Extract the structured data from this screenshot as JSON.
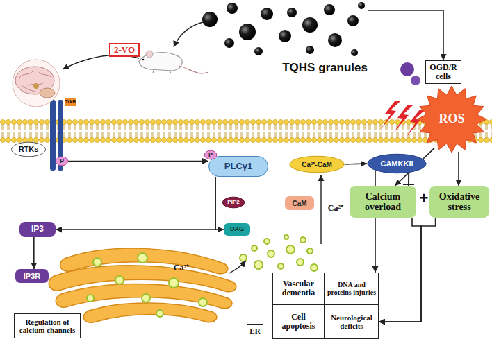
{
  "diagram": {
    "nodes": [
      {
        "text": [
          "TQHS granules"
        ]
      },
      {
        "text": [
          "2-VO"
        ]
      },
      {
        "text": [
          "OGD/R cells"
        ]
      },
      {
        "text": [
          "TrkB"
        ]
      },
      {
        "text": [
          "P"
        ]
      },
      {
        "text": [
          "RTKs"
        ]
      },
      {
        "text": [
          "ROS"
        ]
      },
      {
        "text": [
          "P"
        ]
      },
      {
        "text": [
          "PLCγ1"
        ]
      },
      {
        "text": [
          "Ca²⁺-CaM"
        ]
      },
      {
        "text": [
          "CAMKKII"
        ]
      },
      {
        "text": [
          "Calcium overload"
        ]
      },
      {
        "text": [
          "Oxidative stress"
        ]
      },
      {
        "text": [
          "PIP2"
        ]
      },
      {
        "text": [
          "CaM"
        ]
      },
      {
        "text": [
          "IP3"
        ]
      },
      {
        "text": [
          "DAG"
        ]
      },
      {
        "text": [
          "IP3R"
        ]
      },
      {
        "text": [
          "Vascular dementia"
        ]
      },
      {
        "text": [
          "DNA and proteins injuries"
        ]
      },
      {
        "text": [
          "Cell apoptosis"
        ]
      },
      {
        "text": [
          "Neurological deficits"
        ]
      },
      {
        "text": [
          "Regulation of calcium channels"
        ]
      },
      {
        "text": [
          "ER"
        ]
      }
    ],
    "edges": [
      {
        "from": 0,
        "to": 2,
        "arrow": "to"
      },
      {
        "from": 4,
        "to": 8,
        "arrow": "to"
      },
      {
        "from": 8,
        "to": 15,
        "arrow": "to"
      },
      {
        "from": 8,
        "to": 16,
        "arrow": "to"
      },
      {
        "from": 15,
        "to": 17,
        "arrow": "to"
      },
      {
        "from": 9,
        "to": 10,
        "arrow": "to"
      },
      {
        "from": 10,
        "to": 11,
        "arrow": "none"
      },
      {
        "from": 10,
        "to": 19,
        "arrow": "to"
      },
      {
        "from": 6,
        "to": 11,
        "arrow": "to"
      },
      {
        "from": 6,
        "to": 12,
        "arrow": "to"
      },
      {
        "from": 11,
        "to": 21,
        "arrow": "to"
      },
      {
        "from": 12,
        "to": 21,
        "arrow": "to"
      }
    ],
    "labels": [
      "+",
      "Ca²⁺",
      "Ca²⁺"
    ]
  }
}
